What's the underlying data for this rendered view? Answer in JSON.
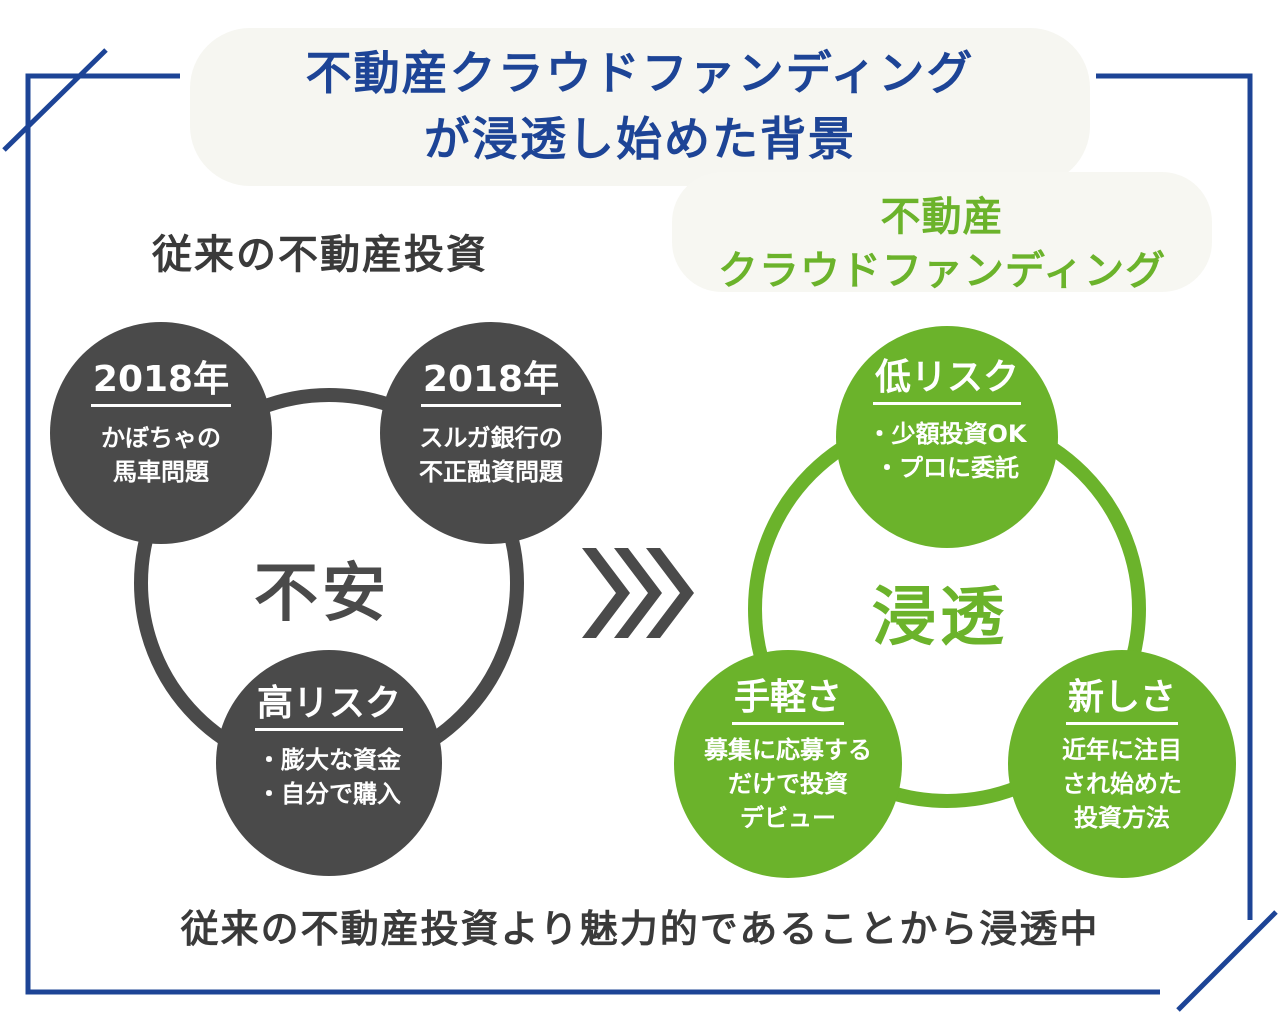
{
  "title": {
    "line1": "不動産クラウドファンディング",
    "line2": "が浸透し始めた背景"
  },
  "colors": {
    "frame_blue": "#1d4496",
    "dark_gray": "#4a4a4a",
    "accent_green": "#6bb32b"
  },
  "left": {
    "heading": "従来の不動産投資",
    "center": "不安",
    "circles": [
      {
        "title": "2018年",
        "lines": [
          "かぼちゃの",
          "馬車問題"
        ]
      },
      {
        "title": "2018年",
        "lines": [
          "スルガ銀行の",
          "不正融資問題"
        ]
      },
      {
        "title": "高リスク",
        "lines": [
          "・膨大な資金",
          "・自分で購入"
        ]
      }
    ]
  },
  "right": {
    "heading_line1": "不動産",
    "heading_line2": "クラウドファンディング",
    "center": "浸透",
    "circles": [
      {
        "title": "低リスク",
        "lines": [
          "・少額投資OK",
          "・プロに委託"
        ]
      },
      {
        "title": "手軽さ",
        "lines": [
          "募集に応募する",
          "だけで投資",
          "デビュー"
        ]
      },
      {
        "title": "新しさ",
        "lines": [
          "近年に注目",
          "され始めた",
          "投資方法"
        ]
      }
    ]
  },
  "footer": "従来の不動産投資より魅力的であることから浸透中"
}
